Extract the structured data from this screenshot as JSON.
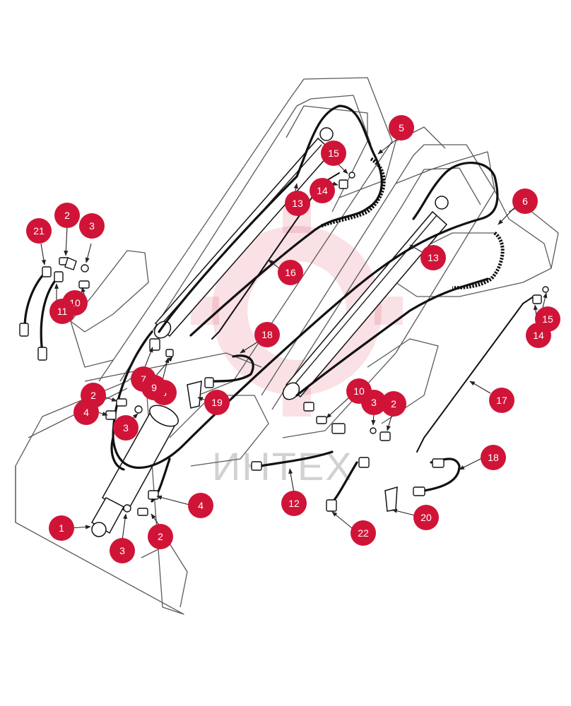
{
  "watermark": {
    "text": "ИНТЕХ",
    "color": "#d01437"
  },
  "callout_color": "#d01437",
  "callouts": [
    {
      "id": "c1",
      "label": "1"
    },
    {
      "id": "c2a",
      "label": "2"
    },
    {
      "id": "c2b",
      "label": "2"
    },
    {
      "id": "c2c",
      "label": "2"
    },
    {
      "id": "c2d",
      "label": "2"
    },
    {
      "id": "c3a",
      "label": "3"
    },
    {
      "id": "c3b",
      "label": "3"
    },
    {
      "id": "c3c",
      "label": "3"
    },
    {
      "id": "c3d",
      "label": "3"
    },
    {
      "id": "c4a",
      "label": "4"
    },
    {
      "id": "c4b",
      "label": "4"
    },
    {
      "id": "c5",
      "label": "5"
    },
    {
      "id": "c6",
      "label": "6"
    },
    {
      "id": "c7",
      "label": "7"
    },
    {
      "id": "c8",
      "label": "8"
    },
    {
      "id": "c9",
      "label": "9"
    },
    {
      "id": "c10a",
      "label": "10"
    },
    {
      "id": "c10b",
      "label": "10"
    },
    {
      "id": "c11",
      "label": "11"
    },
    {
      "id": "c12",
      "label": "12"
    },
    {
      "id": "c13a",
      "label": "13"
    },
    {
      "id": "c13b",
      "label": "13"
    },
    {
      "id": "c14a",
      "label": "14"
    },
    {
      "id": "c14b",
      "label": "14"
    },
    {
      "id": "c15a",
      "label": "15"
    },
    {
      "id": "c15b",
      "label": "15"
    },
    {
      "id": "c16",
      "label": "16"
    },
    {
      "id": "c17",
      "label": "17"
    },
    {
      "id": "c18a",
      "label": "18"
    },
    {
      "id": "c18b",
      "label": "18"
    },
    {
      "id": "c19",
      "label": "19"
    },
    {
      "id": "c20",
      "label": "20"
    },
    {
      "id": "c21",
      "label": "21"
    },
    {
      "id": "c22",
      "label": "22"
    }
  ]
}
